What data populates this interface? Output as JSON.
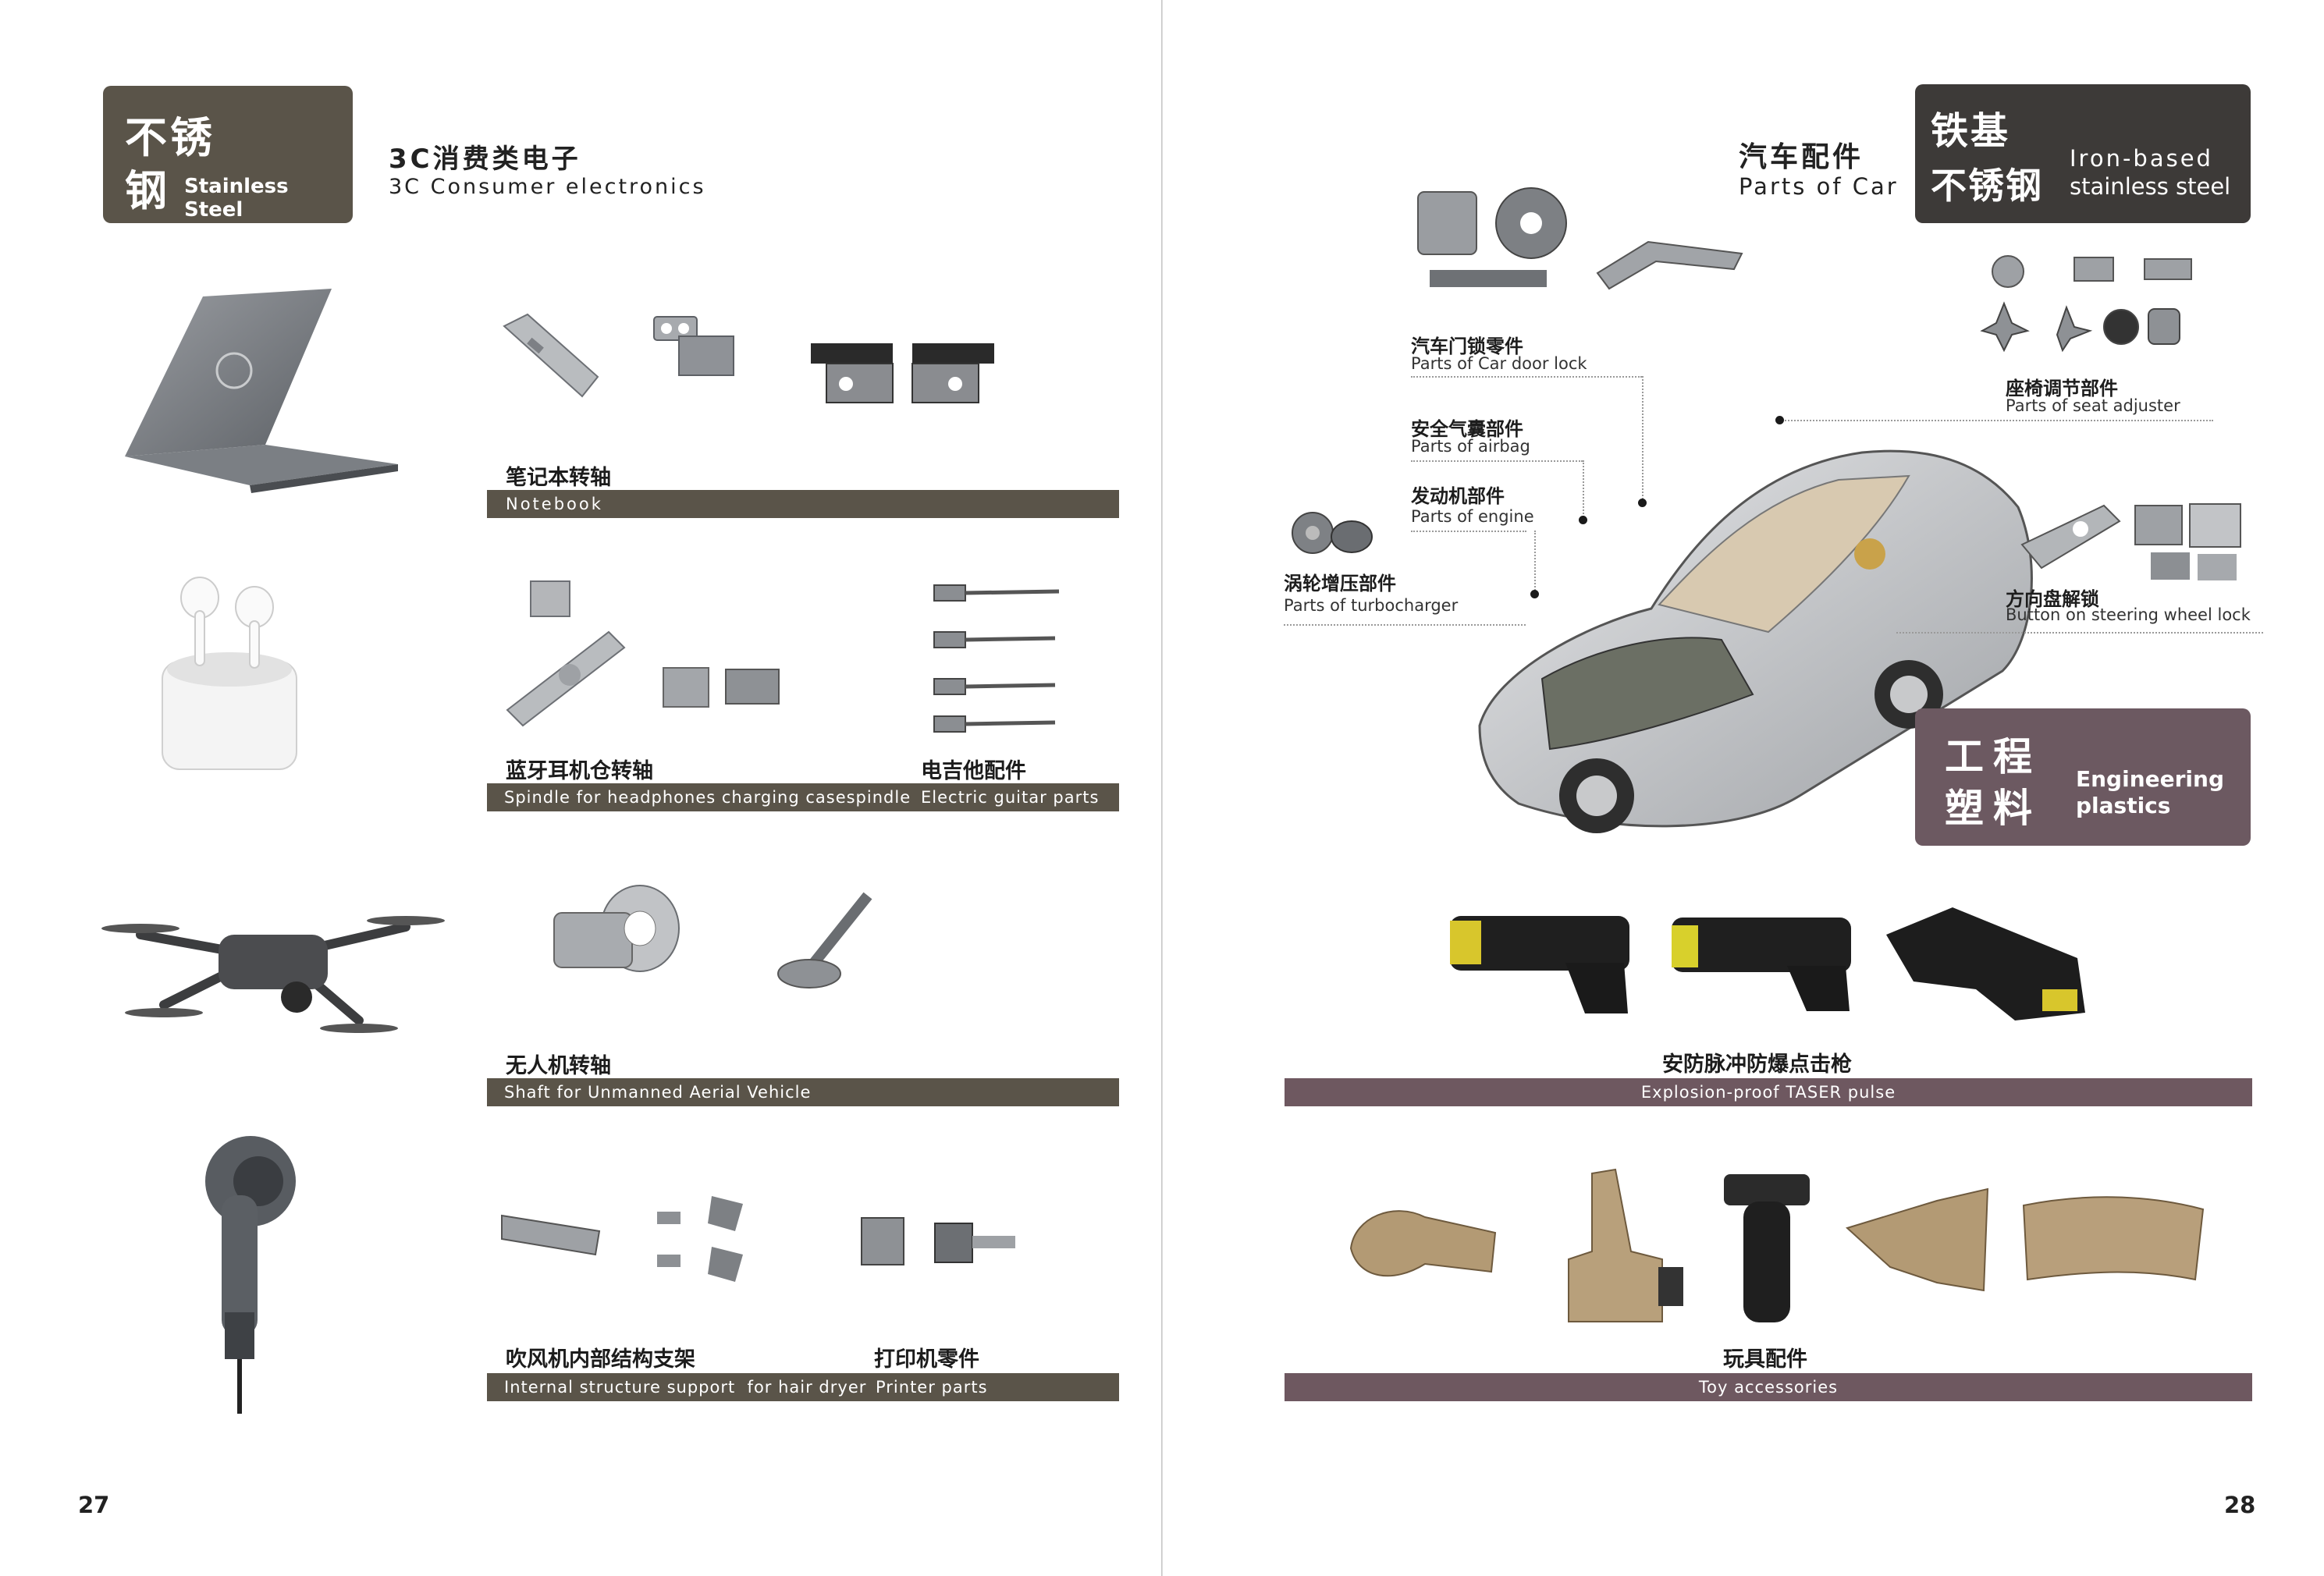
{
  "left_page": {
    "badge": {
      "zh_line1": "不锈",
      "zh_line2": "钢",
      "en": "Stainless Steel"
    },
    "section": {
      "zh": "3C消费类电子",
      "en": "3C Consumer electronics"
    },
    "rows": [
      {
        "captions_zh": [
          "笔记本转轴"
        ],
        "band": [
          "Notebook"
        ]
      },
      {
        "captions_zh": [
          "蓝牙耳机仓转轴",
          "电吉他配件"
        ],
        "band": [
          "Spindle for headphones charging casespindle",
          "Electric guitar parts"
        ]
      },
      {
        "captions_zh": [
          "无人机转轴"
        ],
        "band": [
          "Shaft for Unmanned Aerial Vehicle"
        ]
      },
      {
        "captions_zh": [
          "吹风机内部结构支架",
          "打印机零件"
        ],
        "band": [
          "Internal structure support  for hair dryer",
          "Printer parts"
        ]
      }
    ],
    "page_number": "27"
  },
  "right_page": {
    "car_section": {
      "zh": "汽车配件",
      "en": "Parts of Car"
    },
    "badge_iron": {
      "zh_line1": "铁基",
      "zh_line2": "不锈钢",
      "en_line1": "Iron-based",
      "en_line2": "stainless steel"
    },
    "car_labels": {
      "door_lock": {
        "zh": "汽车门锁零件",
        "en": "Parts of Car door lock"
      },
      "airbag": {
        "zh": "安全气囊部件",
        "en": "Parts of airbag"
      },
      "engine": {
        "zh": "发动机部件",
        "en": "Parts of engine"
      },
      "turbo": {
        "zh": "涡轮增压部件",
        "en": "Parts of turbocharger"
      },
      "seat": {
        "zh": "座椅调节部件",
        "en": "Parts of seat adjuster"
      },
      "steering": {
        "zh": "方向盘解锁",
        "en": "Button on steering wheel lock"
      }
    },
    "badge_plastic": {
      "zh_line1": "工程",
      "zh_line2": "塑料",
      "en_line1": "Engineering",
      "en_line2": "plastics"
    },
    "taser": {
      "zh": "安防脉冲防爆点击枪",
      "band": "Explosion-proof TASER pulse"
    },
    "toy": {
      "zh": "玩具配件",
      "band": "Toy accessories"
    },
    "page_number": "28"
  },
  "colors": {
    "brown_band": "#5a5449",
    "mauve_band": "#6e5860",
    "dark_badge": "#3d3a38"
  }
}
